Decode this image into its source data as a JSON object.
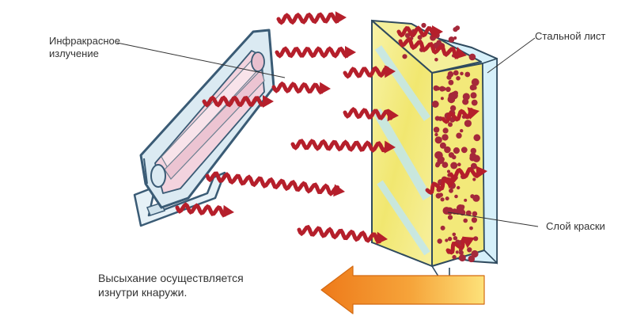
{
  "labels": {
    "infrared_line1": "Инфракрасное",
    "infrared_line2": "излучение",
    "steel_sheet": "Стальной лист",
    "paint_layer": "Слой краски"
  },
  "caption": {
    "line1": "Высыхание осуществляется",
    "line2": "изнутри кнаружи."
  },
  "colors": {
    "wave": "#b51f2b",
    "heater_frame": "#dfeef6",
    "heater_outline": "#3a5b75",
    "lamp_pink": "#f2c7d2",
    "paint_yellow": "#f3ec76",
    "steel_cyan": "#cfeefa",
    "dots": "#a5283a",
    "arrow_orange": "#f08a1f",
    "arrow_yellow": "#fde27a"
  },
  "icons": [
    "infrared-heater-icon",
    "heat-wave-arrow-icon",
    "steel-sheet-block-icon",
    "drying-direction-arrow-icon"
  ]
}
